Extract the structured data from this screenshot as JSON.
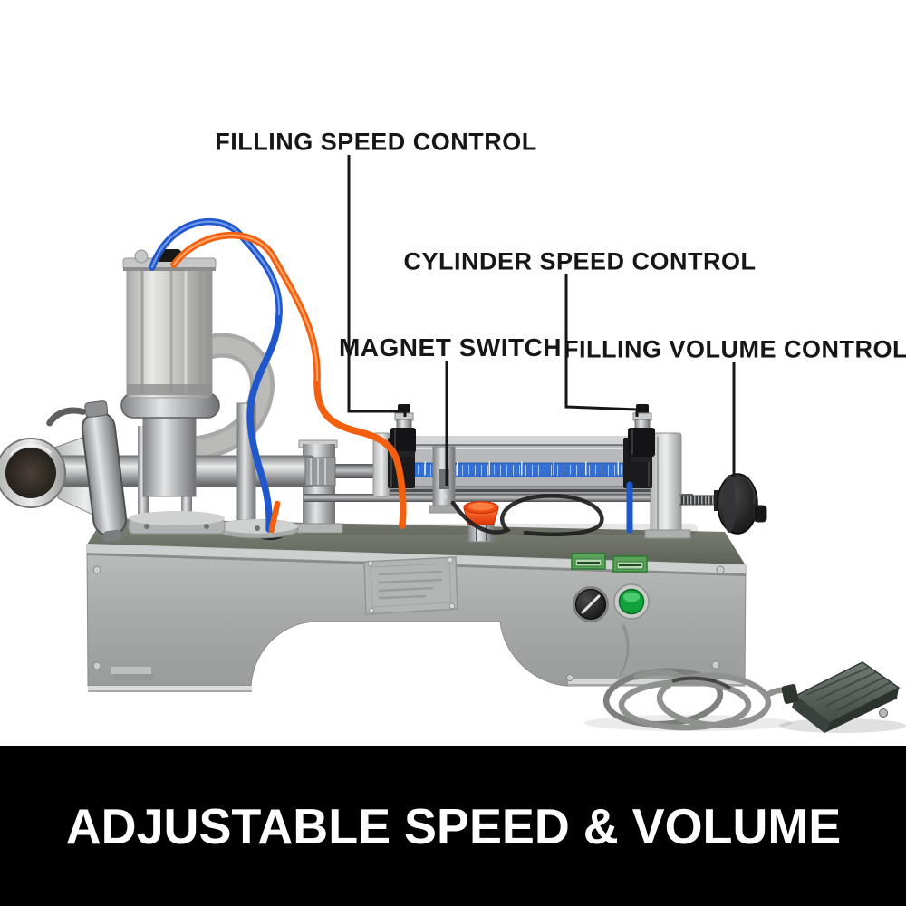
{
  "image_title": "Liquid filling machine annotated product diagram",
  "callouts": [
    {
      "id": "filling-speed-control",
      "label": "FILLING SPEED CONTROL"
    },
    {
      "id": "cylinder-speed-control",
      "label": "CYLINDER SPEED CONTROL"
    },
    {
      "id": "magnet-switch",
      "label": "MAGNET SWITCH"
    },
    {
      "id": "filling-volume-control",
      "label": "FILLING VOLUME CONTROL"
    }
  ],
  "banner": {
    "text": "ADJUSTABLE SPEED & VOLUME",
    "background": "#000000",
    "text_color": "#ffffff"
  },
  "colors": {
    "label_text": "#161616",
    "callout_line": "#161616",
    "tube_blue": "#2057cd",
    "tube_orange": "#f2600f",
    "scale_band_blue": "#356fd2",
    "estop_red": "#f04b12",
    "button_green": "#12a23c",
    "machine_silver": "#b9bbba",
    "pedal_gray": "#565f59",
    "banner_bg": "#000000",
    "banner_text": "#ffffff"
  }
}
